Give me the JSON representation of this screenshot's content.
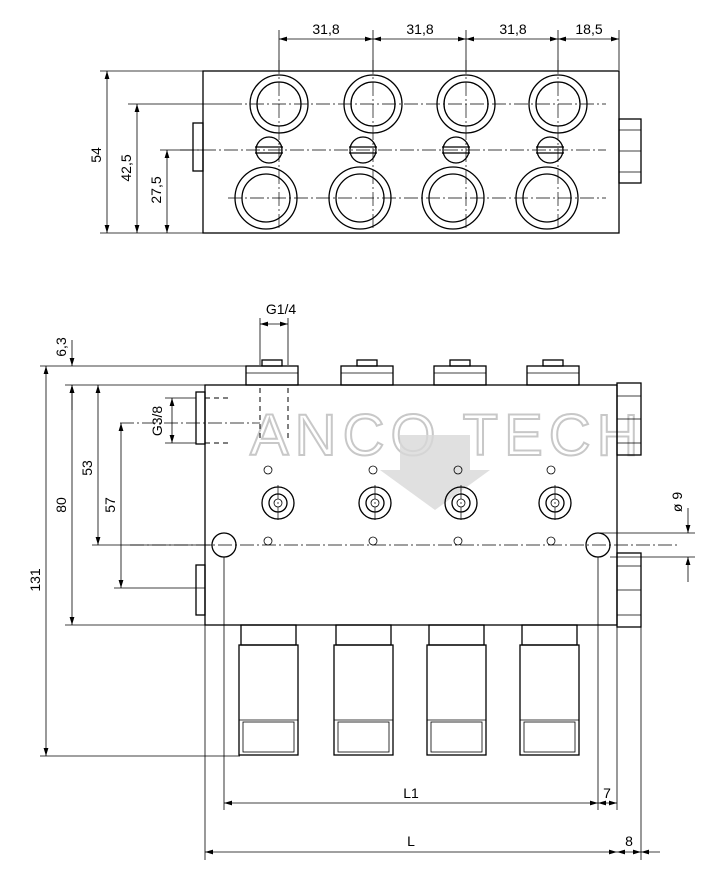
{
  "watermark": {
    "text": "ANCO TECH"
  },
  "top_view": {
    "pitch_labels": [
      "31,8",
      "31,8",
      "31,8",
      "18,5"
    ],
    "height_labels": [
      "54",
      "42,5",
      "27,5"
    ]
  },
  "front_view": {
    "thread_top": "G1/4",
    "thread_side": "G3/8",
    "vertical_labels": [
      "6,3",
      "131",
      "80",
      "53",
      "57"
    ],
    "hole_diameter": "ø 9",
    "length_L1": "L1",
    "length_L": "L",
    "offset_7": "7",
    "offset_8": "8"
  }
}
